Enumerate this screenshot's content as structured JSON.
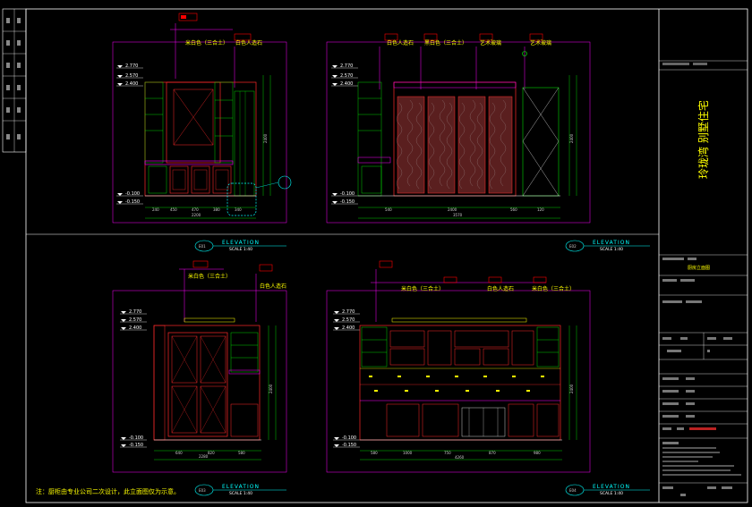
{
  "title_block": {
    "project_name": "玲珑湾  别墅住宅",
    "drawing_name": "厨房立面图",
    "note": "注：厨柜由专业公司二次设计，此立面图仅为示意。"
  },
  "views": {
    "elevation_label": "ELEVATION",
    "scale_label": "SCALE  1:40",
    "v1": {
      "num": "E01"
    },
    "v2": {
      "num": "E02"
    },
    "v3": {
      "num": "E03"
    },
    "v4": {
      "num": "E04"
    }
  },
  "callouts": {
    "v1": [
      "米白色（三合土）",
      "白色人造石"
    ],
    "v2": [
      "白色人造石",
      "黑白色（三合土）",
      "艺术玻璃",
      "艺术玻璃"
    ],
    "v3": [
      "米白色（三合土）",
      "白色人造石"
    ],
    "v4": [
      "米白色（三合土）",
      "白色人造石",
      "米白色（三合土）"
    ]
  },
  "levels": [
    "2.770",
    "2.570",
    "2.400",
    "-0.100",
    "-0.150"
  ],
  "dims": {
    "v1": [
      "240",
      "450",
      "470",
      "380",
      "340",
      "2200"
    ],
    "v2": [
      "540",
      "2400",
      "560",
      "120",
      "3570"
    ],
    "v3": [
      "640",
      "820",
      "580",
      "2280"
    ],
    "v4": [
      "580",
      "1000",
      "750",
      "870",
      "980",
      "4260"
    ]
  },
  "colors": {
    "background": "#000000",
    "frame": "#ffffff",
    "cabinet": "#ff2a2a",
    "trim": "#ff00ff",
    "dim": "#00ff00",
    "text_yellow": "#ffff00",
    "level": "#ffffff",
    "cyan": "#00ffff"
  }
}
